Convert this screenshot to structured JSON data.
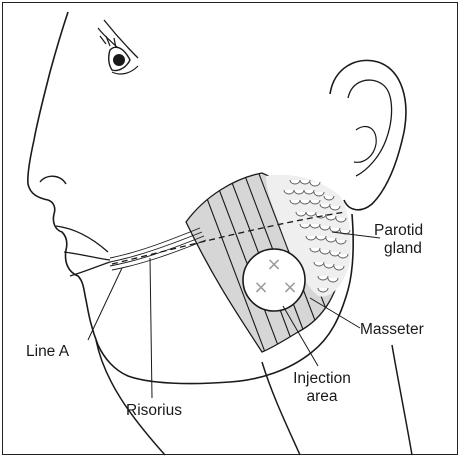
{
  "labels": {
    "parotid_1": "Parotid",
    "parotid_2": "gland",
    "masseter": "Masseter",
    "injection_1": "Injection",
    "injection_2": "area",
    "line_a": "Line A",
    "risorius": "Risorius"
  },
  "marker_glyph": "×",
  "colors": {
    "line": "#1a1a1a",
    "shade": "#d6d6d6",
    "marker": "#9a9a9a"
  }
}
